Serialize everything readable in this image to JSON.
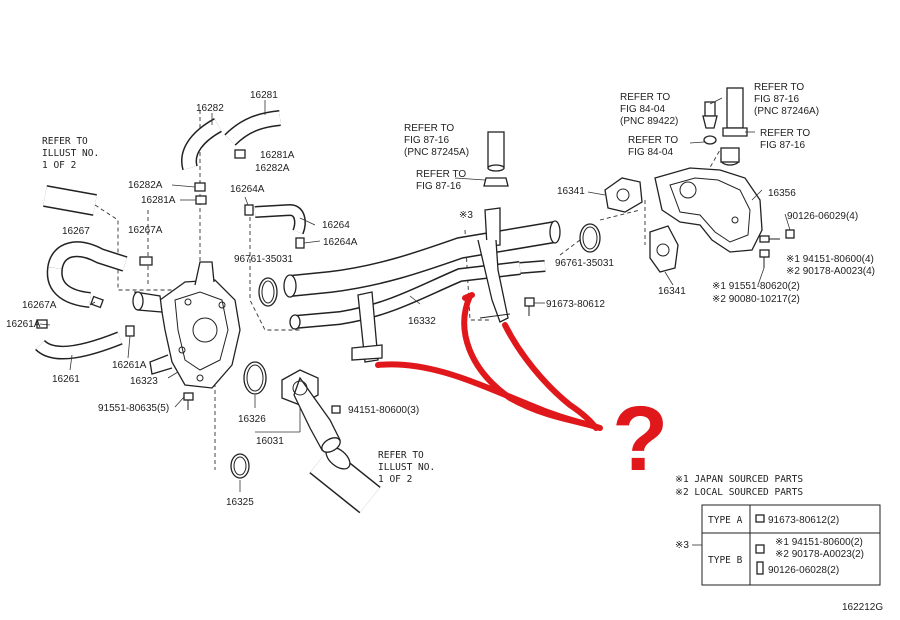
{
  "diagram_id": "162212G",
  "refer_notes": {
    "illust_top": [
      "REFER TO",
      "ILLUST NO.",
      "1 OF 2"
    ],
    "illust_bottom": [
      "REFER TO",
      "ILLUST NO.",
      "1 OF 2"
    ],
    "fig_87_16_pnc_87245a": [
      "REFER TO",
      "FIG 87-16",
      "(PNC 87245A)"
    ],
    "fig_87_16_mid": [
      "REFER TO",
      "FIG 87-16"
    ],
    "fig_84_04_pnc_89422": [
      "REFER TO",
      "FIG 84-04",
      "(PNC 89422)"
    ],
    "fig_84_04": [
      "REFER TO",
      "FIG 84-04"
    ],
    "fig_87_16_pnc_87246a": [
      "REFER TO",
      "FIG 87-16",
      "(PNC 87246A)"
    ],
    "fig_87_16_right": [
      "REFER TO",
      "FIG 87-16"
    ]
  },
  "labels": {
    "p16282": "16282",
    "p16281": "16281",
    "p16281a": "16281A",
    "p16282a_right": "16282A",
    "p16282a_left": "16282A",
    "p16281a_left": "16281A",
    "p16264a_top": "16264A",
    "p16264": "16264",
    "p16264a": "16264A",
    "p16267": "16267",
    "p16267a_top": "16267A",
    "p16267a": "16267A",
    "p16261a_left": "16261A",
    "p16261": "16261",
    "p16261a": "16261A",
    "p16323": "16323",
    "p91551_80635": "91551-80635(5)",
    "p96761_35031_left": "96761-35031",
    "p16326": "16326",
    "p16031": "16031",
    "p94151_80600": "94151-80600(3)",
    "p16325": "16325",
    "p16332": "16332",
    "p91673_80612": "91673-80612",
    "mark3": "※3",
    "p16341_top": "16341",
    "p96761_35031_right": "96761-35031",
    "p16356": "16356",
    "p90126_06029": "90126-06029(4)",
    "p94151_80600_4": "※1  94151-80600(4)",
    "p90178_a0023_4": "※2  90178-A0023(4)",
    "p16341_bottom": "16341",
    "p91551_80620": "※1  91551-80620(2)",
    "p90080_10217": "※2  90080-10217(2)"
  },
  "legend": {
    "japan": "※1 JAPAN SOURCED PARTS",
    "local": "※2 LOCAL SOURCED PARTS"
  },
  "type_table": {
    "mark": "※3",
    "type_a": "TYPE A",
    "type_a_part": "91673-80612(2)",
    "type_b": "TYPE B",
    "type_b_part1": "※1  94151-80600(2)",
    "type_b_part2": "※2  90178-A0023(2)",
    "type_b_part3": "90126-06028(2)"
  },
  "annotation": {
    "question_mark": "?",
    "color": "#e0181b"
  }
}
